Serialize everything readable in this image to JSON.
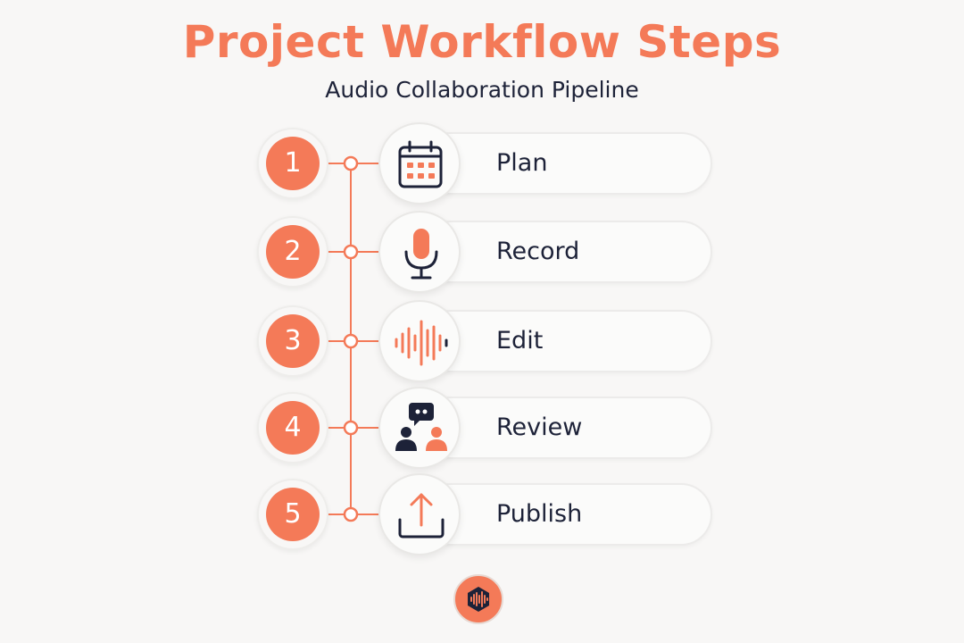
{
  "title": "Project Workflow Steps",
  "subtitle": "Audio Collaboration Pipeline",
  "colors": {
    "accent": "#f47a58",
    "text": "#1d2238",
    "background": "#f8f7f6"
  },
  "steps": [
    {
      "number": "1",
      "label": "Plan",
      "icon": "calendar-icon"
    },
    {
      "number": "2",
      "label": "Record",
      "icon": "microphone-icon"
    },
    {
      "number": "3",
      "label": "Edit",
      "icon": "waveform-icon"
    },
    {
      "number": "4",
      "label": "Review",
      "icon": "feedback-chat-icon"
    },
    {
      "number": "5",
      "label": "Publish",
      "icon": "upload-icon"
    }
  ],
  "logo": {
    "icon": "audio-waveform-logo-icon"
  }
}
